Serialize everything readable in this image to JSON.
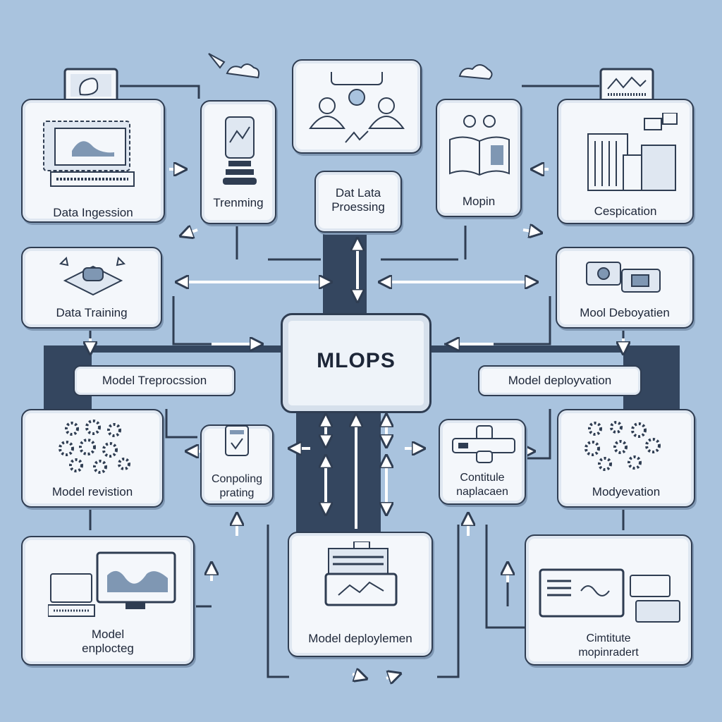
{
  "hub": {
    "label": "MLOPS"
  },
  "nodes": {
    "data_ingestion": "Data Ingession",
    "trenming": "Trenming",
    "data_processing": "Dat Lata\nProessing",
    "mopin": "Mopin",
    "cespication": "Cespication",
    "data_training": "Data Training",
    "model_deboyatien": "Mool Deboyatien",
    "model_revistion": "Model revistion",
    "conpoling": "Conpoling\nprating",
    "contitule": "Contitule\nnaplacaen",
    "modyevation": "Modyevation",
    "model_enplocting": "Model\nenplocteg",
    "model_deploylemen": "Model deploylemen",
    "cimtitute": "Cimtitute\nmopinradert"
  },
  "bars": {
    "left": "Model Treprocssion",
    "right": "Model deployvation"
  },
  "colors": {
    "background": "#a9c3de",
    "line": "#2f3d52",
    "box": "#f4f7fb",
    "column": "#34465f"
  }
}
